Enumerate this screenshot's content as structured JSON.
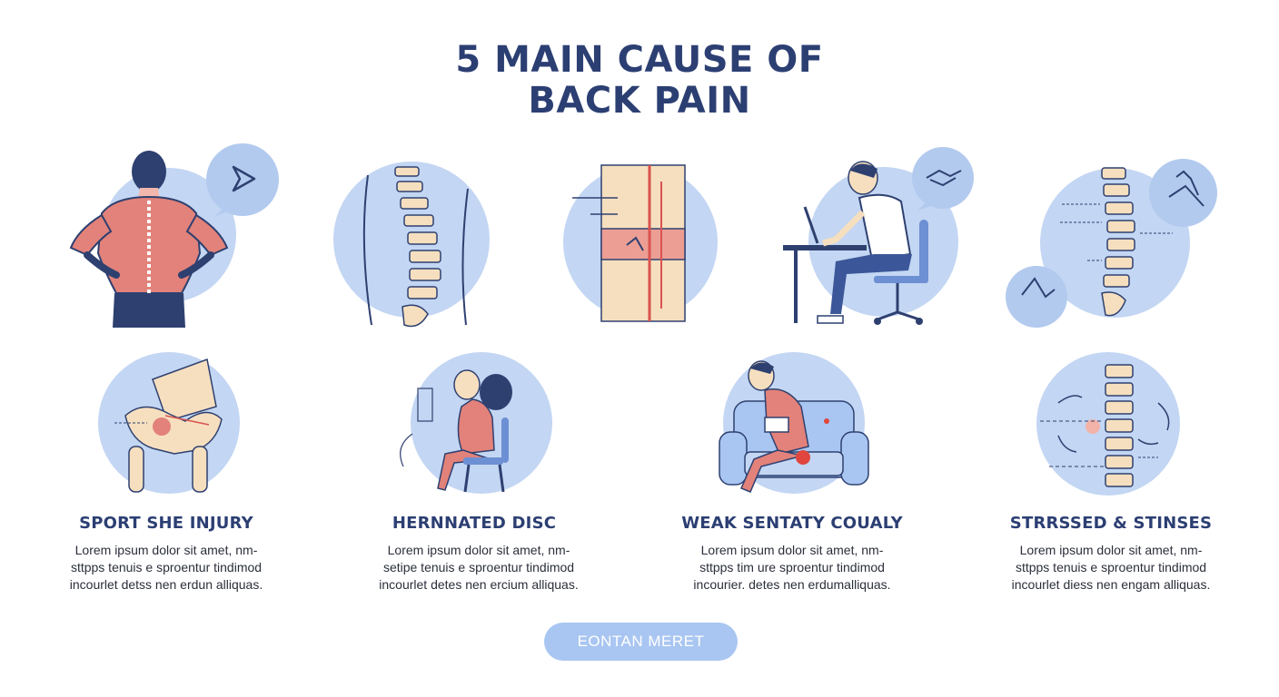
{
  "header": {
    "title_line1": "5 MAIN CAUSE OF",
    "title_line2": "BACK PAIN"
  },
  "illustrations_top": [
    {
      "name": "muscle-back-pain-illustration"
    },
    {
      "name": "spine-curve-illustration"
    },
    {
      "name": "disc-cross-section-illustration"
    },
    {
      "name": "desk-posture-illustration"
    },
    {
      "name": "spine-diagram-illustration"
    }
  ],
  "illustrations_bottom": [
    {
      "name": "pelvis-injury-illustration"
    },
    {
      "name": "sitting-posture-illustration"
    },
    {
      "name": "sofa-slouch-illustration"
    },
    {
      "name": "vertebrae-stress-illustration"
    }
  ],
  "cards": [
    {
      "title": "SPORT SHE INJURY",
      "desc": [
        "Lorem ipsum dolor sit amet, nm-",
        "sttpps tenuis e sproentur tindimod",
        "incourlet detss nen erdun alliquas."
      ]
    },
    {
      "title": "HERNNATED DISC",
      "desc": [
        "Lorem ipsum dolor sit amet, nm-",
        "setipe tenuis e sproentur tindimod",
        "incourlet detes nen ercium alliquas."
      ]
    },
    {
      "title": "WEAK SENTATY COUALY",
      "desc": [
        "Lorem ipsum dolor sit amet, nm-",
        "sttpps tim ure sproentur tindimod",
        "incourier. detes nen erdumalliquas."
      ]
    },
    {
      "title": "STRRSSED & STINSES",
      "desc": [
        "Lorem ipsum dolor sit amet, nm-",
        "sttpps tenuis e sproentur tindimod",
        "incourlet diess nen engam alliquas."
      ]
    }
  ],
  "cta": {
    "label": "EONTAN MERET"
  },
  "colors": {
    "title": "#2c3f73",
    "circle": "#c3d6f3",
    "bubble": "#b3caef",
    "muscle": "#e2827a",
    "skin": "#f6dfbf",
    "navy": "#2e4070",
    "button": "#a9c6f2"
  }
}
